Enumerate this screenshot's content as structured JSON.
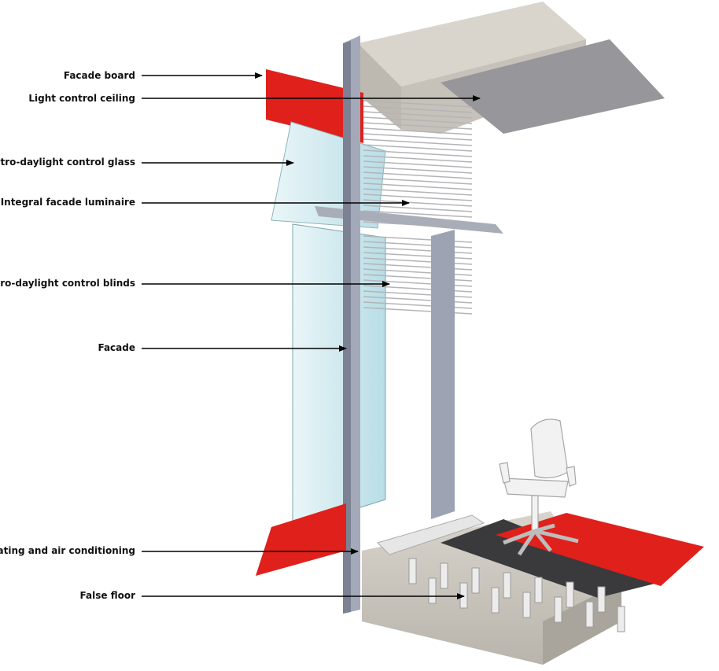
{
  "labels": {
    "facade_board": "Facade board",
    "light_control_ceiling": "Light control ceiling",
    "retro_glass": "Retro-daylight control glass",
    "luminaire": "Integral facade luminaire",
    "retro_blinds": "Retro-daylight control blinds",
    "facade": "Facade",
    "hvac": "Heating and air conditioning",
    "false_floor": "False floor"
  },
  "colors": {
    "concrete": "#cfcbc3",
    "concrete_dark": "#a9a59d",
    "ceiling_panel": "#9a9a9e",
    "steel": "#9ea3b4",
    "steel_dark": "#6e7385",
    "red": "#e0201b",
    "glass": "#cfeaf0",
    "floor_dark": "#3a3a3c"
  }
}
